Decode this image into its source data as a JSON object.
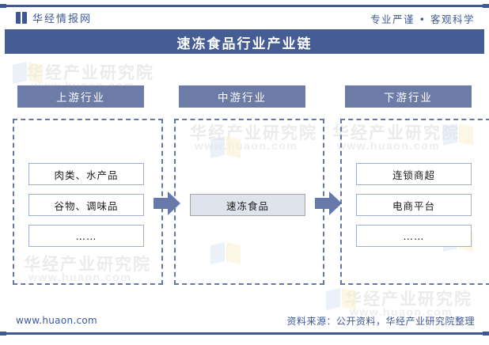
{
  "header": {
    "logo_icon": "book-icon",
    "brand": "华经情报网",
    "slogan": "专业严谨 • 客观科学"
  },
  "title": "速冻食品行业产业链",
  "columns": [
    {
      "key": "upstream",
      "header": "上游行业",
      "items": [
        "肉类、水产品",
        "谷物、调味品",
        "……"
      ]
    },
    {
      "key": "midstream",
      "header": "中游行业",
      "items": [
        "速冻食品"
      ]
    },
    {
      "key": "downstream",
      "header": "下游行业",
      "items": [
        "连锁商超",
        "电商平台",
        "……"
      ]
    }
  ],
  "arrows": [
    {
      "name": "arrow-upstream-to-midstream"
    },
    {
      "name": "arrow-midstream-to-downstream"
    }
  ],
  "watermarks": {
    "company": "华经产业研究院",
    "site": "www.huaon.com"
  },
  "footer": {
    "url": "www.huaon.com",
    "source": "资料来源：公开资料，华经产业研究院整理"
  },
  "colors": {
    "accent": "#3f5893",
    "title_bar": "#455c94",
    "column_header": "#6c7ca6",
    "dashed_border": "#6478a8",
    "item_border": "#9fb0cf",
    "mid_item_fill": "#dfe3ee"
  }
}
